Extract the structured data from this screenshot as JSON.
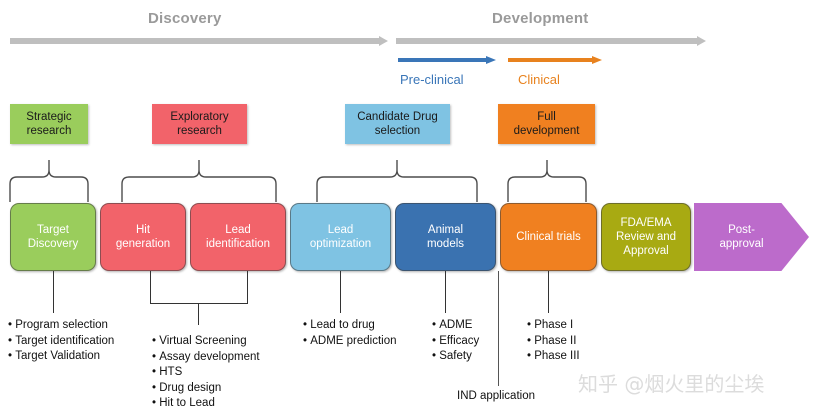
{
  "diagram": {
    "title_alt": "Drug discovery and development pipeline",
    "phases": [
      {
        "label": "Discovery",
        "color": "#9a9a9a"
      },
      {
        "label": "Development",
        "color": "#9a9a9a"
      }
    ],
    "sub_arrows": [
      {
        "label": "Pre-clinical",
        "color": "#3a76b8"
      },
      {
        "label": "Clinical",
        "color": "#e8821e"
      }
    ],
    "category_boxes": [
      {
        "line1": "Strategic",
        "line2": "research",
        "color": "#9ACD5C"
      },
      {
        "line1": "Exploratory",
        "line2": "research",
        "color": "#F2636A"
      },
      {
        "line1": "Candidate Drug",
        "line2": "selection",
        "color": "#7FC3E3"
      },
      {
        "line1": "Full",
        "line2": "development",
        "color": "#F08020"
      }
    ],
    "stages": [
      {
        "line1": "Target",
        "line2": "Discovery",
        "line3": "",
        "color": "#9ACD5C"
      },
      {
        "line1": "Hit",
        "line2": "generation",
        "line3": "",
        "color": "#F2636A"
      },
      {
        "line1": "Lead",
        "line2": "identification",
        "line3": "",
        "color": "#F2636A"
      },
      {
        "line1": "Lead",
        "line2": "optimization",
        "line3": "",
        "color": "#7FC3E3"
      },
      {
        "line1": "Animal",
        "line2": "models",
        "line3": "",
        "color": "#3A72B0"
      },
      {
        "line1": "Clinical trials",
        "line2": "",
        "line3": "",
        "color": "#F08020"
      },
      {
        "line1": "FDA/EMA",
        "line2": "Review and",
        "line3": "Approval",
        "color": "#A8AA12"
      },
      {
        "line1": "Post-",
        "line2": "approval",
        "line3": "",
        "color": "#BC6BCB"
      }
    ],
    "bullet_groups": [
      {
        "items": [
          "Program selection",
          "Target identification",
          "Target Validation"
        ]
      },
      {
        "items": [
          "Virtual Screening",
          "Assay development",
          "HTS",
          "Drug design",
          "Hit to Lead"
        ]
      },
      {
        "items": [
          "Lead to drug",
          "ADME prediction"
        ]
      },
      {
        "items": [
          "ADME",
          "Efficacy",
          "Safety"
        ]
      },
      {
        "items": [
          "Phase I",
          "Phase II",
          "Phase III"
        ]
      }
    ],
    "ind_label": "IND application",
    "watermark": "知乎 @烟火里的尘埃"
  }
}
